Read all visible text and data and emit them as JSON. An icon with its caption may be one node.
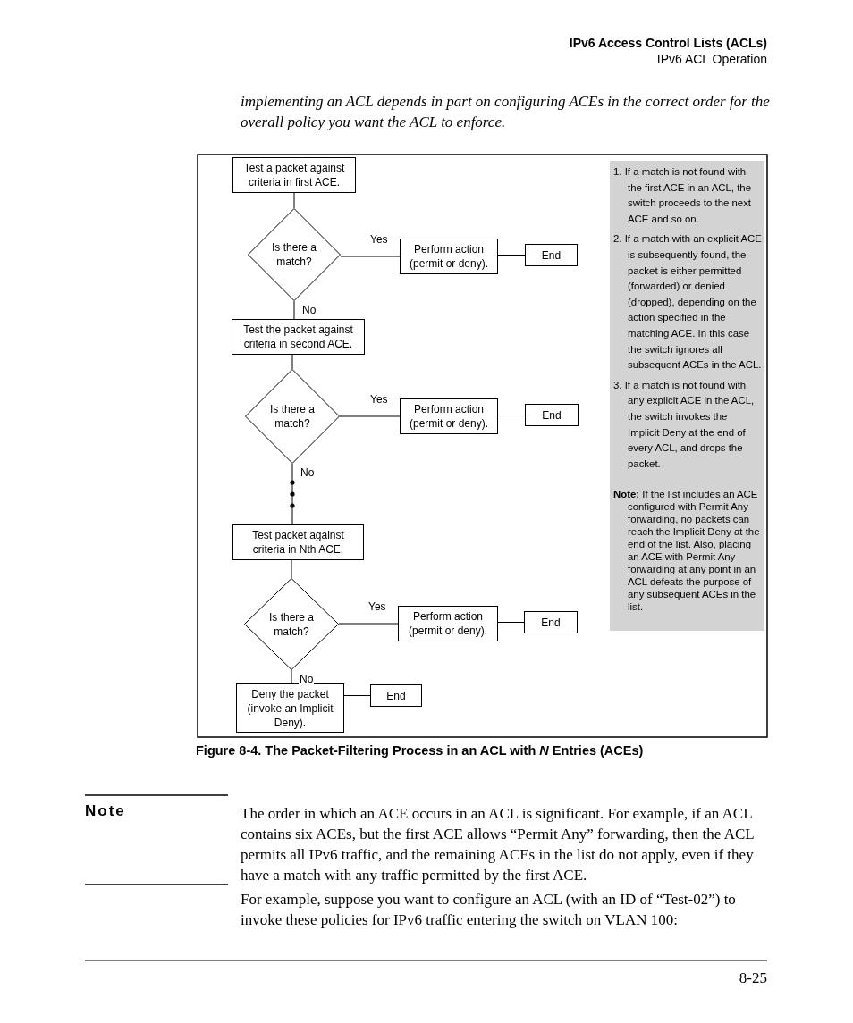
{
  "diagram": {
    "caption": "Figure 8-4. The Packet-Filtering Process in an ACL with *N* Entries (ACEs)",
    "nodes": [
      {
        "text": [
          "Test a packet against criteria in first ACE."
        ]
      },
      {
        "text": [
          "Is there a match?"
        ]
      },
      {
        "text": [
          "Perform action (permit or deny)."
        ]
      },
      {
        "text": [
          "End"
        ]
      },
      {
        "text": [
          "Test the packet against criteria in second ACE."
        ]
      },
      {
        "text": [
          "Is there a match?"
        ]
      },
      {
        "text": [
          "Perform action (permit or deny)."
        ]
      },
      {
        "text": [
          "End"
        ]
      },
      {
        "text": [
          "Test packet against criteria in Nth ACE."
        ]
      },
      {
        "text": [
          "Is there a match?"
        ]
      },
      {
        "text": [
          "Perform action (permit or deny)."
        ]
      },
      {
        "text": [
          "End"
        ]
      },
      {
        "text": [
          "Deny the packet (invoke an Implicit Deny)."
        ]
      },
      {
        "text": [
          "End"
        ]
      },
      {
        "text": [
          "1. If a match is not found with the first ACE in an ACL, the switch proceeds to the next ACE and so on.",
          "2. If a match with an explicit ACE is subsequently found, the packet is either permitted (forwarded) or denied (dropped), depending on the action specified in the matching ACE. In this case the switch ignores all subsequent ACEs in the ACL.",
          "3. If a match is not found with any explicit ACE in the ACL, the switch invokes the Implicit Deny at the end of every ACL, and drops the packet.",
          "**Note:** If the list includes an ACE configured with Permit Any forwarding, no packets can reach the Implicit Deny at the end of the list. Also, placing an ACE with Permit Any forwarding at any point in an ACL defeats the purpose of any subsequent ACEs in the list."
        ]
      }
    ],
    "edges": [
      {
        "from": 0,
        "to": 1,
        "arrow": "none"
      },
      {
        "from": 1,
        "to": 2,
        "arrow": "none",
        "label": "Yes"
      },
      {
        "from": 2,
        "to": 3,
        "arrow": "none"
      },
      {
        "from": 1,
        "to": 4,
        "arrow": "none",
        "label": "No"
      },
      {
        "from": 4,
        "to": 5,
        "arrow": "none"
      },
      {
        "from": 5,
        "to": 6,
        "arrow": "none",
        "label": "Yes"
      },
      {
        "from": 6,
        "to": 7,
        "arrow": "none"
      },
      {
        "from": 5,
        "to": 8,
        "arrow": "none",
        "label": "No"
      },
      {
        "from": 8,
        "to": 9,
        "arrow": "none"
      },
      {
        "from": 9,
        "to": 10,
        "arrow": "none",
        "label": "Yes"
      },
      {
        "from": 10,
        "to": 11,
        "arrow": "none"
      },
      {
        "from": 9,
        "to": 12,
        "arrow": "none",
        "label": "No"
      },
      {
        "from": 12,
        "to": 13,
        "arrow": "none"
      }
    ],
    "labels": [
      "IPv6 Access Control Lists (ACLs)",
      "IPv6 ACL Operation",
      "implementing an ACL depends in part on configuring ACEs in the correct order for the overall policy you want the ACL to enforce.",
      "Note",
      "The order in which an ACE occurs in an ACL is significant. For example, if an ACL contains six ACEs, but the first ACE allows “Permit Any” forwarding, then the ACL permits all IPv6 traffic, and the remaining ACEs in the list do not apply, even if they have a match with any traffic permitted by the first ACE.",
      "For example, suppose you want to configure an ACL (with an ID of “Test-02”) to invoke these policies for IPv6 traffic entering the switch on VLAN 100:",
      "8-25"
    ]
  }
}
